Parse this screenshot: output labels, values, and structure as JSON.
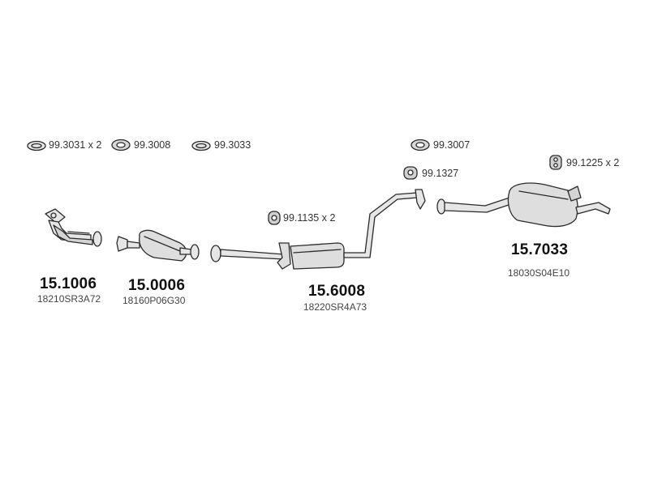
{
  "hardware": {
    "ring_a": "99.3031 x 2",
    "ring_b": "99.3008",
    "ring_c": "99.3033",
    "ring_d": "99.3007",
    "hanger_a": "99.1327",
    "hanger_b": "99.1225 x 2",
    "hanger_c": "99.1135 x 2"
  },
  "parts": [
    {
      "number": "15.1006",
      "oem": "18210SR3A72"
    },
    {
      "number": "15.0006",
      "oem": "18160P06G30"
    },
    {
      "number": "15.6008",
      "oem": "18220SR4A73"
    },
    {
      "number": "15.7033",
      "oem": "18030S04E10"
    }
  ],
  "colors": {
    "line": "#2a2a2a",
    "fill": "#e6e6e6",
    "shade": "#c8c8c8"
  }
}
